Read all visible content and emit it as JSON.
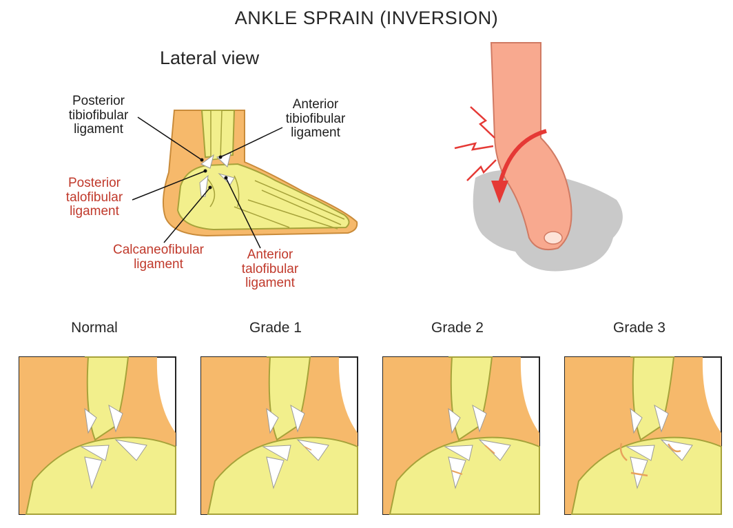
{
  "title": "ANKLE SPRAIN (INVERSION)",
  "view_label": "Lateral view",
  "labels": {
    "posterior_tibiofibular": "Posterior\ntibiofibular\nligament",
    "anterior_tibiofibular": "Anterior\ntibiofibular\nligament",
    "posterior_talofibular": "Posterior\ntalofibular\nligament",
    "calcaneofibular": "Calcaneofibular\nligament",
    "anterior_talofibular": "Anterior\ntalofibular\nligament"
  },
  "grades": [
    "Normal",
    "Grade 1",
    "Grade 2",
    "Grade 3"
  ],
  "colors": {
    "skin": "#f6b96b",
    "bone": "#f2ef8c",
    "bone_outline": "#a6a23a",
    "ligament": "#ffffff",
    "label_red": "#c0392b",
    "arrow_red": "#e53935",
    "shadow": "#c9c9c9",
    "foot_skin": "#f8a98f"
  }
}
